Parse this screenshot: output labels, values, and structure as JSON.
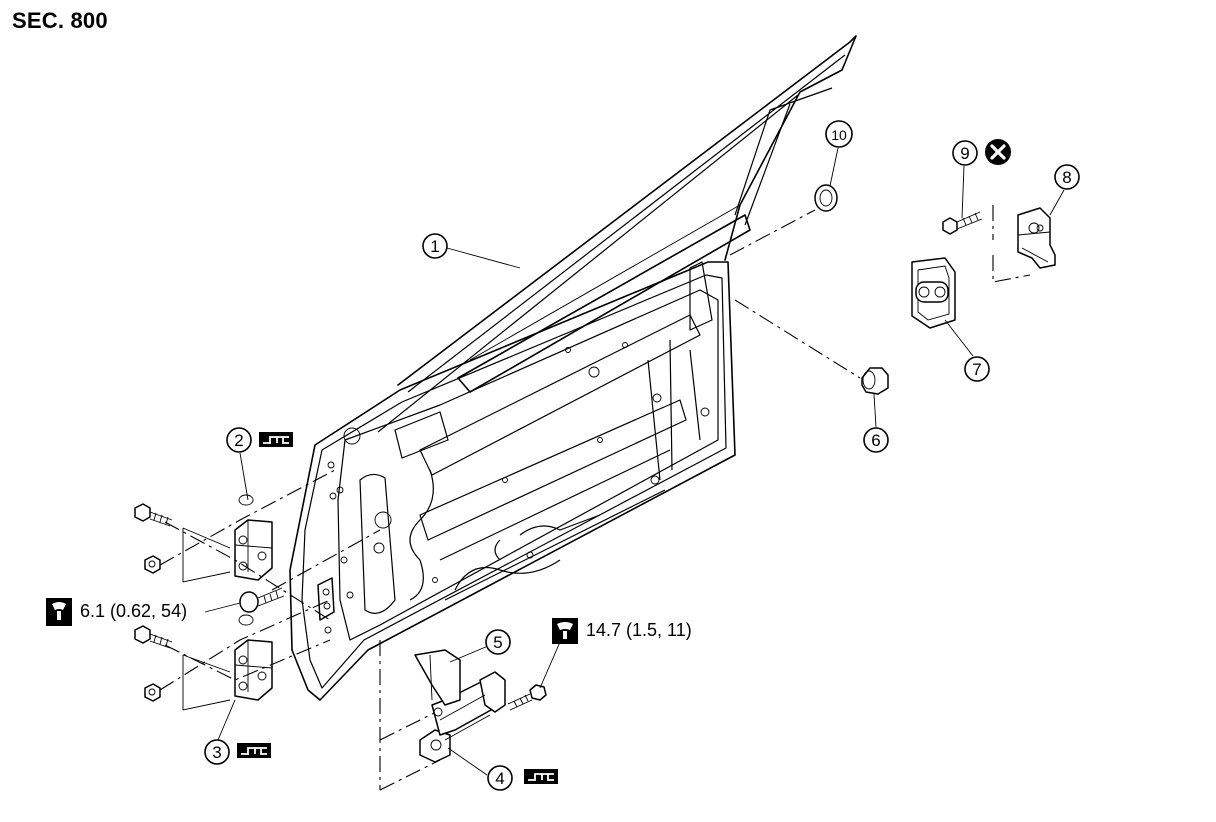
{
  "section_label": "SEC. 800",
  "callouts": [
    {
      "id": "1",
      "label": "1"
    },
    {
      "id": "2",
      "label": "2"
    },
    {
      "id": "3",
      "label": "3"
    },
    {
      "id": "4",
      "label": "4"
    },
    {
      "id": "5",
      "label": "5"
    },
    {
      "id": "6",
      "label": "6"
    },
    {
      "id": "7",
      "label": "7"
    },
    {
      "id": "8",
      "label": "8"
    },
    {
      "id": "9",
      "label": "9"
    },
    {
      "id": "10",
      "label": "10"
    }
  ],
  "torque_specs": {
    "hinge_bolt": "6.1 (0.62, 54)",
    "check_link_bolt": "14.7 (1.5, 11)"
  },
  "icons": {
    "torque_wrench": "torque-wrench-icon",
    "body_grease": "body-grease-icon",
    "do_not_reuse": "do-not-reuse-icon"
  },
  "colors": {
    "line": "#000000",
    "background": "#ffffff"
  }
}
